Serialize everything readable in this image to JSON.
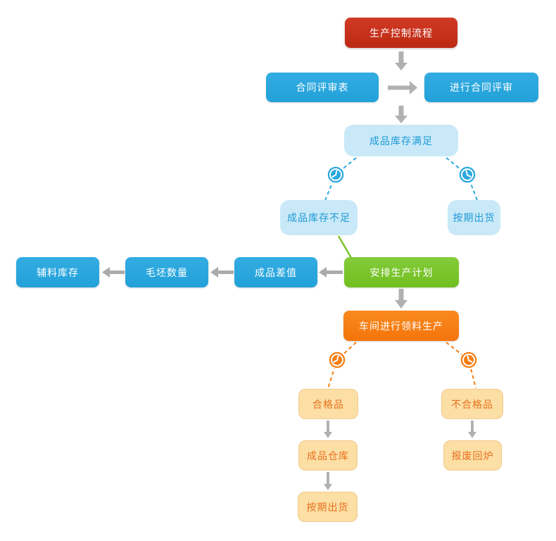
{
  "diagram": {
    "title": "生产控制流程",
    "nodes": {
      "root": {
        "label": "生产控制流程",
        "type": "start",
        "color": "#c6311c"
      },
      "contract_form": {
        "label": "合同评审表",
        "type": "process",
        "color": "#2aa7df"
      },
      "contract_review": {
        "label": "进行合同评审",
        "type": "process",
        "color": "#2aa7df"
      },
      "stock_ok": {
        "label": "成品库存满足",
        "type": "condition",
        "color": "#c9e9f8"
      },
      "stock_low": {
        "label": "成品库存不足",
        "type": "condition",
        "color": "#c9e9f8"
      },
      "ship_on_time": {
        "label": "按期出货",
        "type": "condition",
        "color": "#c9e9f8"
      },
      "plan": {
        "label": "安排生产计划",
        "type": "process",
        "color": "#7cc42c"
      },
      "product_diff": {
        "label": "成品差值",
        "type": "process",
        "color": "#2aa7df"
      },
      "blank_qty": {
        "label": "毛坯数量",
        "type": "process",
        "color": "#2aa7df"
      },
      "aux_stock": {
        "label": "辅料库存",
        "type": "process",
        "color": "#2aa7df"
      },
      "workshop": {
        "label": "车间进行领料生产",
        "type": "process",
        "color": "#f87e12"
      },
      "qualified": {
        "label": "合格品",
        "type": "result",
        "color": "#fbdfa5"
      },
      "unqualified": {
        "label": "不合格品",
        "type": "result",
        "color": "#fbdfa5"
      },
      "warehouse": {
        "label": "成品仓库",
        "type": "result",
        "color": "#fbdfa5"
      },
      "ship_on_time_final": {
        "label": "按期出货",
        "type": "result",
        "color": "#fbdfa5"
      },
      "scrap": {
        "label": "报废回炉",
        "type": "result",
        "color": "#fbdfa5"
      }
    },
    "icons": {
      "branch_marker": "clock-icon"
    },
    "colors": {
      "red": "#c6311c",
      "blue": "#2aa7df",
      "light_blue_fill": "#c9e9f8",
      "light_blue_text": "#1e9ad6",
      "green": "#7cc42c",
      "orange": "#f87e12",
      "light_orange_fill": "#fbdfa5",
      "light_orange_border": "#f0c98b",
      "light_orange_text": "#e9711f",
      "arrow_gray": "#abababff"
    }
  }
}
